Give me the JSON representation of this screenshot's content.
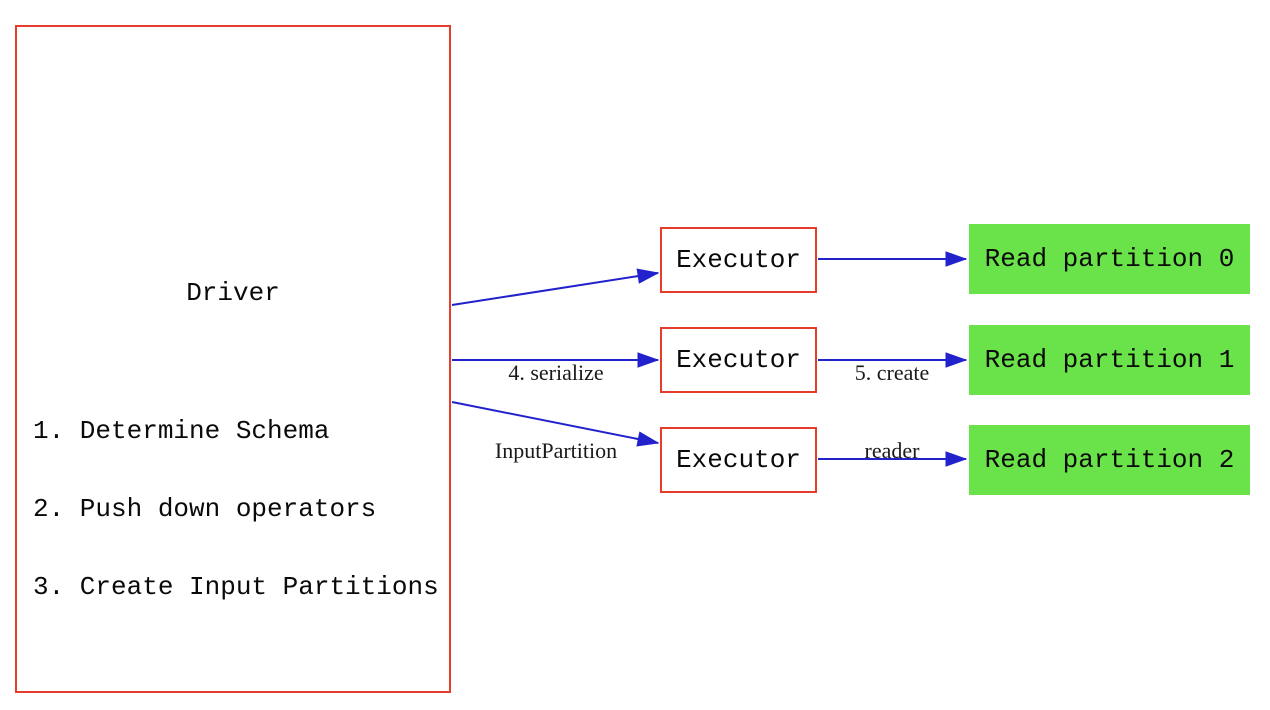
{
  "diagram": {
    "driver": {
      "title": "Driver",
      "steps": [
        "1. Determine Schema",
        "2. Push down operators",
        "3. Create Input Partitions"
      ]
    },
    "executors": [
      {
        "label": "Executor"
      },
      {
        "label": "Executor"
      },
      {
        "label": "Executor"
      }
    ],
    "partitions": [
      {
        "label": "Read partition 0"
      },
      {
        "label": "Read partition 1"
      },
      {
        "label": "Read partition 2"
      }
    ],
    "arrow_labels": {
      "serialize": {
        "line1": "4. serialize",
        "line2": "InputPartition"
      },
      "create_reader": {
        "line1": "5. create",
        "line2": "reader"
      }
    },
    "colors": {
      "box_border_red": "#e43d2c",
      "arrow_blue": "#2222cc",
      "partition_green": "#6ae24a",
      "background": "#ffffff",
      "text": "#0a0a0a"
    }
  }
}
